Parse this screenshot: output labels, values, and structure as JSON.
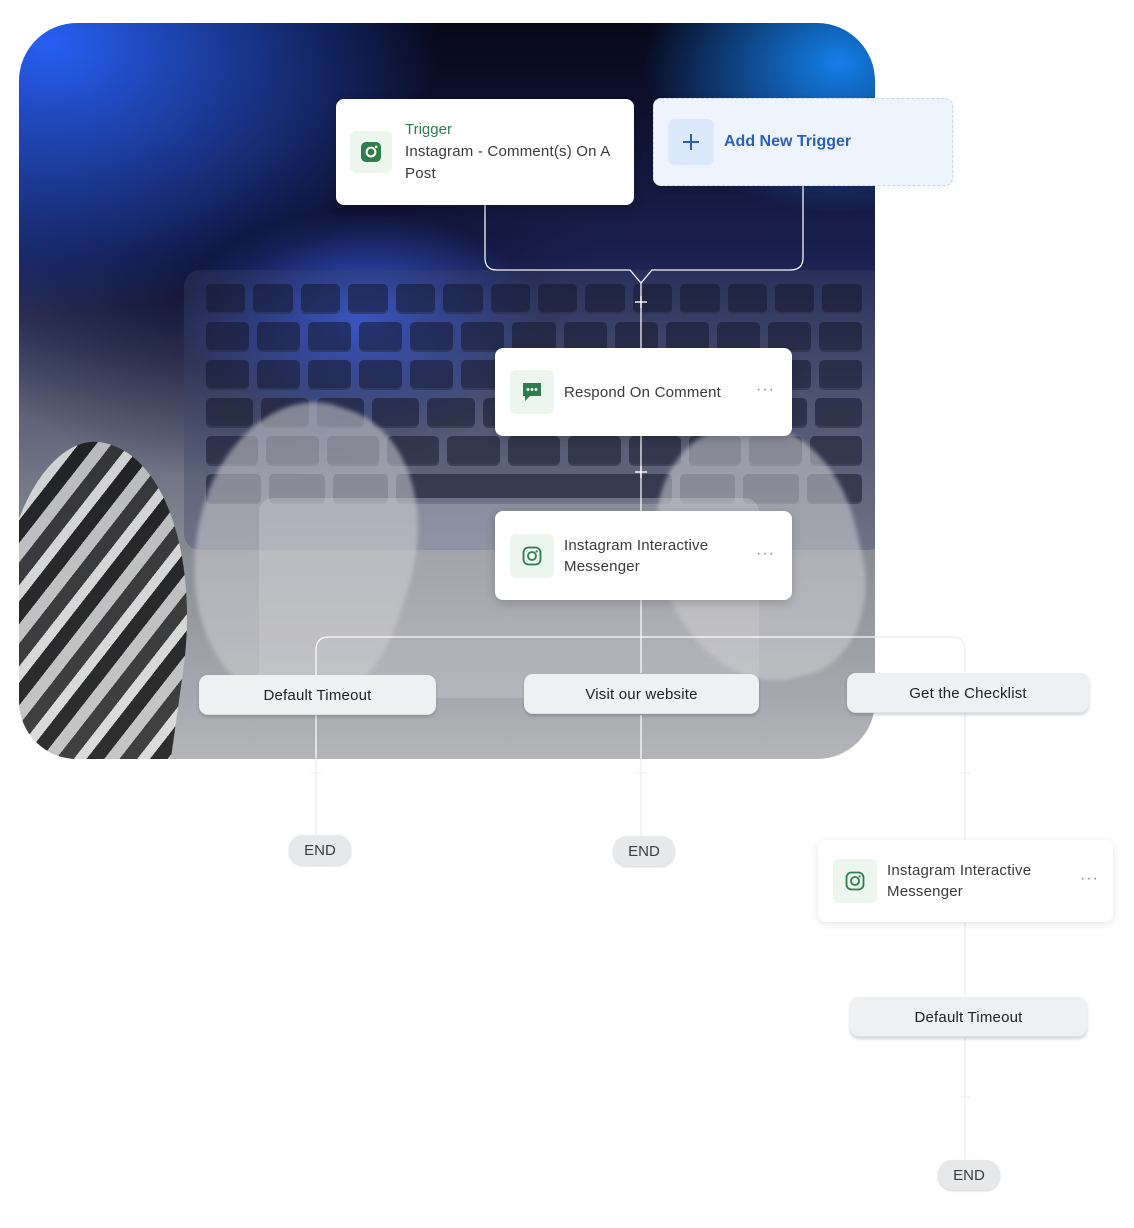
{
  "trigger_card": {
    "heading": "Trigger",
    "description": "Instagram - Comment(s) On A Post",
    "icon": "instagram-icon"
  },
  "add_trigger": {
    "label": "Add New Trigger",
    "icon": "plus-icon"
  },
  "steps": [
    {
      "label": "Respond On Comment",
      "icon": "chat-bubble-icon",
      "menu": "···"
    },
    {
      "label": "Instagram Interactive Messenger",
      "icon": "instagram-icon",
      "menu": "···"
    },
    {
      "label": "Instagram Interactive Messenger",
      "icon": "instagram-icon",
      "menu": "···"
    }
  ],
  "branches": [
    {
      "label": "Default Timeout"
    },
    {
      "label": "Visit our website"
    },
    {
      "label": "Get the Checklist"
    },
    {
      "label": "Default Timeout"
    }
  ],
  "end_nodes": [
    "END",
    "END",
    "END"
  ],
  "colors": {
    "trigger_green": "#2f7d4c",
    "add_trigger_blue": "#2c5fb8",
    "icon_bg": "#ecf6ef",
    "pill_bg": "#eef0f2"
  }
}
